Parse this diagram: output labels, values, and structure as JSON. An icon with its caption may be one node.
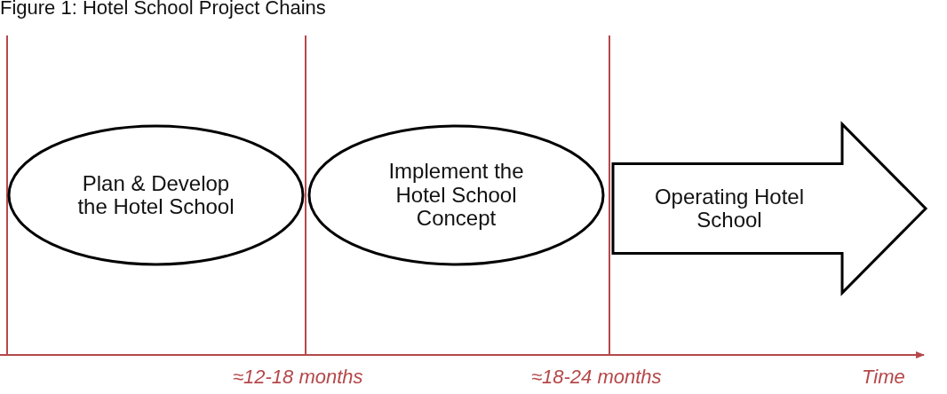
{
  "diagram": {
    "title": "Figure 1: Hotel School Project Chains",
    "nodes": [
      {
        "text": [
          "Plan & Develop the Hotel School"
        ]
      },
      {
        "text": [
          "Implement the Hotel School Concept"
        ]
      },
      {
        "text": [
          "Operating Hotel School"
        ]
      }
    ],
    "labels": [
      "≈12-18 months",
      "≈18-24 months",
      "Time"
    ]
  }
}
